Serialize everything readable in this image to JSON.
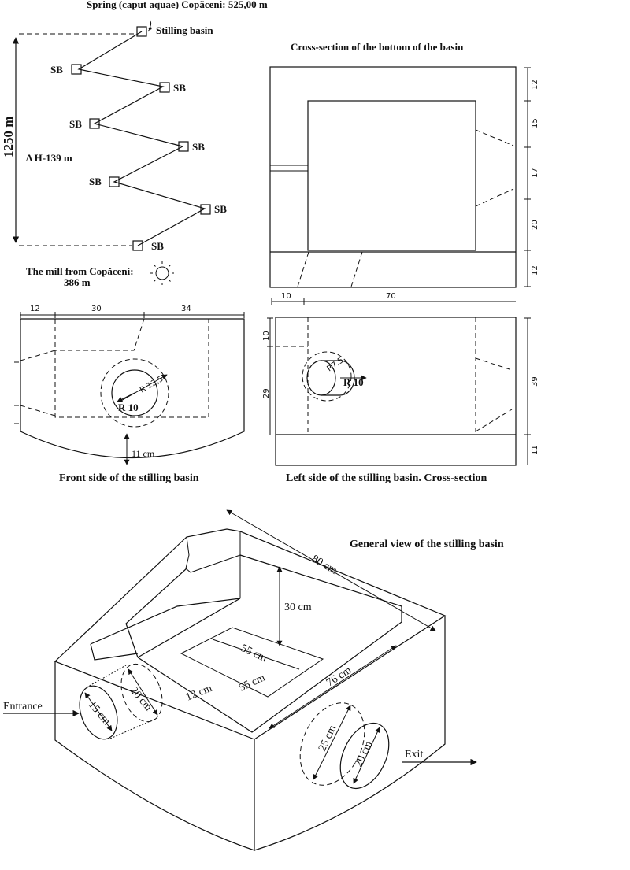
{
  "profile": {
    "spring": "Spring (caput aquae) Copăceni: 525,00 m",
    "stilling_basin": "Stilling basin",
    "sb": "SB",
    "length": "1250 m",
    "delta_h": "Δ H-139 m",
    "mill_line1": "The mill from Copăceni:",
    "mill_line2": "386 m"
  },
  "bottom_section": {
    "title": "Cross-section of the bottom of the basin",
    "dim_12a": "12",
    "dim_15": "15",
    "dim_17": "17",
    "dim_20": "20",
    "dim_12b": "12",
    "dim_10": "10",
    "dim_70": "70"
  },
  "front_side": {
    "title": "Front side of the stilling basin",
    "dim_12": "12",
    "dim_30": "30",
    "dim_34": "34",
    "r_outer": "R 12,5",
    "r_inner": "R 10",
    "bottom": "11 cm"
  },
  "left_side": {
    "title": "Left side of the stilling basin. Cross-section",
    "dim_10": "10",
    "dim_29": "29",
    "dim_39": "39",
    "dim_11": "11",
    "r_outer": "R7,5",
    "r_inner": "R 10"
  },
  "general_view": {
    "title": "General view of the stilling basin",
    "d80": "80 cm",
    "d30": "30 cm",
    "d55a": "55 cm",
    "d55b": "55 cm",
    "d12": "12 cm",
    "d76": "76 cm",
    "d20a": "20 cm",
    "d15": "15 cm",
    "d25": "25 cm",
    "d20b": "20 cm",
    "entrance": "Entrance",
    "exit": "Exit"
  }
}
